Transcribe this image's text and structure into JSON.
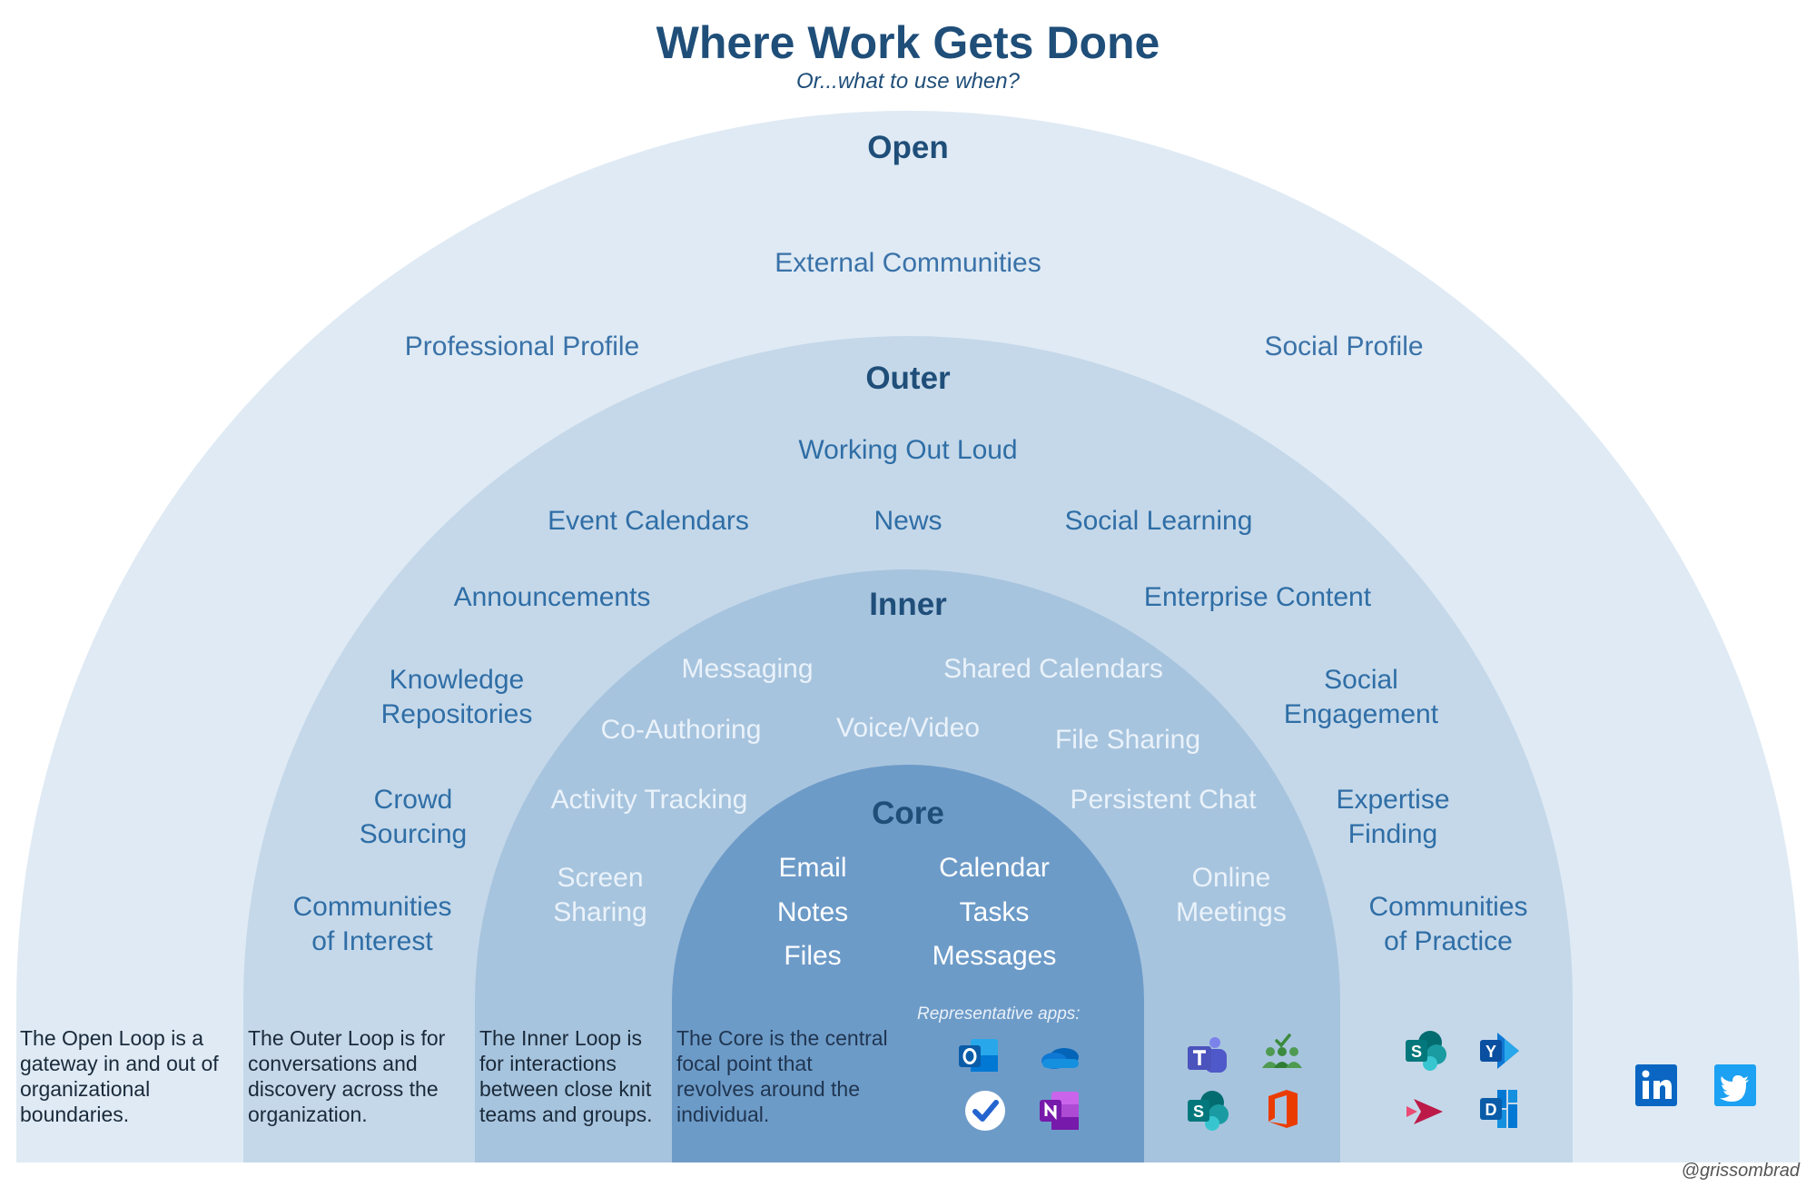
{
  "title": "Where Work Gets Done",
  "subtitle": "Or...what to use when?",
  "rings": {
    "open": {
      "title": "Open",
      "items": [
        "External Communities",
        "Professional Profile",
        "Social Profile"
      ],
      "description": [
        "The Open Loop is a",
        "gateway in and out of",
        "organizational",
        "boundaries."
      ],
      "color": "#dfeaf4"
    },
    "outer": {
      "title": "Outer",
      "items": [
        "Working Out Loud",
        "Event Calendars",
        "News",
        "Social Learning",
        "Announcements",
        "Enterprise Content",
        "Knowledge",
        "Repositories",
        "Social",
        "Engagement",
        "Crowd",
        "Sourcing",
        "Expertise",
        "Finding",
        "Communities",
        "of Interest",
        "Communities",
        "of Practice"
      ],
      "description": [
        "The Outer Loop is for",
        "conversations and",
        "discovery across the",
        "organization."
      ],
      "color": "#c5d8e9"
    },
    "inner": {
      "title": "Inner",
      "items": [
        "Messaging",
        "Shared Calendars",
        "Co-Authoring",
        "Voice/Video",
        "File Sharing",
        "Activity Tracking",
        "Persistent Chat",
        "Screen",
        "Sharing",
        "Online",
        "Meetings"
      ],
      "description": [
        "The Inner Loop is",
        "for interactions",
        "between close knit",
        "teams and groups."
      ],
      "color": "#a7c4de"
    },
    "core": {
      "title": "Core",
      "items": [
        "Email",
        "Calendar",
        "Notes",
        "Tasks",
        "Files",
        "Messages"
      ],
      "description": [
        "The Core is the central",
        "focal point that",
        "revolves around the",
        "individual."
      ],
      "color": "#6d9bc8"
    }
  },
  "representative_apps_label": "Representative apps:",
  "apps": {
    "core": [
      "outlook-icon",
      "onedrive-icon",
      "todo-icon",
      "onenote-icon"
    ],
    "inner": [
      "teams-icon",
      "planner-people-icon",
      "sharepoint-icon",
      "office-icon"
    ],
    "outer": [
      "sharepoint-icon",
      "yammer-icon",
      "stream-icon",
      "delve-icon"
    ],
    "open": [
      "linkedin-icon",
      "twitter-icon"
    ]
  },
  "credit": "@grissombrad"
}
